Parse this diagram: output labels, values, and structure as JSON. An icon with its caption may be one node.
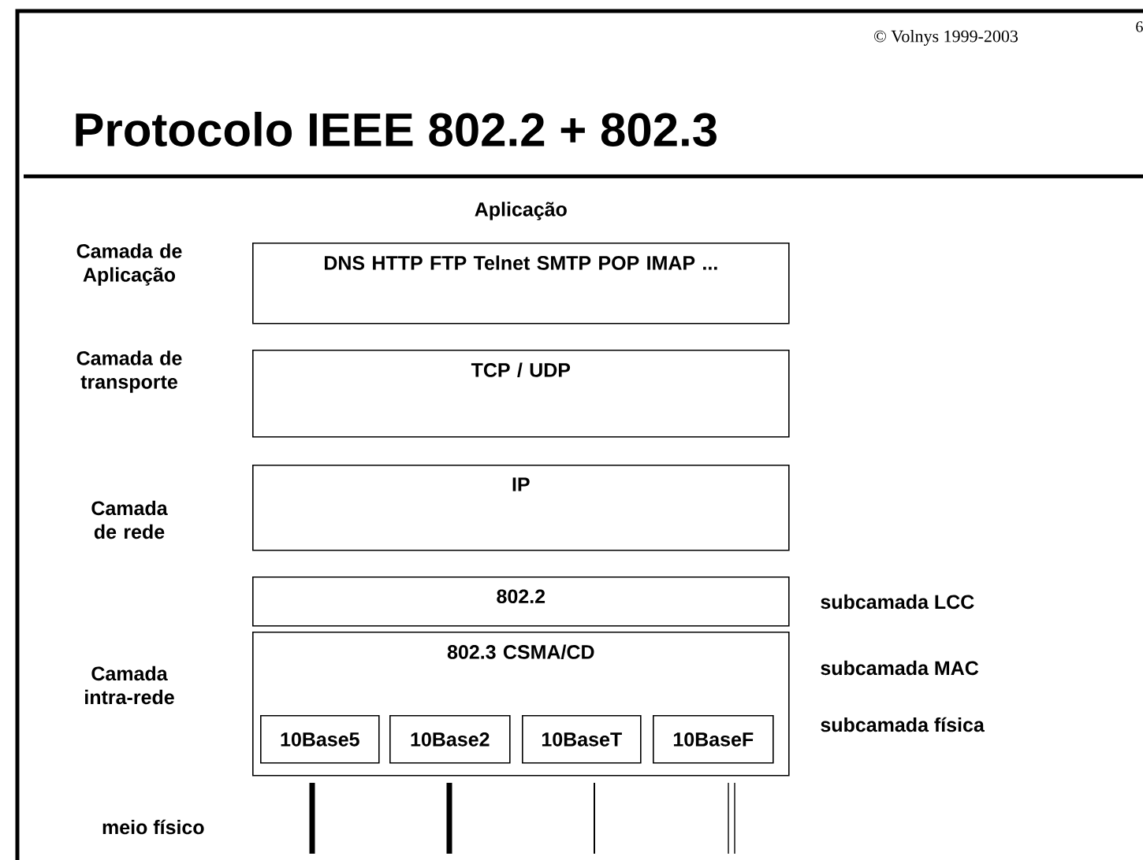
{
  "diagram": {
    "title": "Protocolo IEEE 802.2 + 802.3",
    "nodes": [
      {
        "text": [
          "Aplicação",
          "DNS HTTP FTP Telnet SMTP POP IMAP ..."
        ]
      },
      {
        "text": [
          "TCP / UDP"
        ]
      },
      {
        "text": [
          "IP"
        ]
      },
      {
        "text": [
          "802.2"
        ]
      },
      {
        "text": [
          "802.3 CSMA/CD"
        ]
      },
      {
        "text": [
          "10Base5"
        ],
        "in": 4
      },
      {
        "text": [
          "10Base2"
        ],
        "in": 4
      },
      {
        "text": [
          "10BaseT"
        ],
        "in": 4
      },
      {
        "text": [
          "10BaseF"
        ],
        "in": 4
      }
    ],
    "edges": [],
    "labels": [
      "© Volnys 1999-2003",
      "6",
      "Camada de Aplicação",
      "Camada de transporte",
      "Camada de rede",
      "Camada intra-rede",
      "subcamada LCC",
      "subcamada MAC",
      "subcamada física",
      "meio físico"
    ]
  }
}
